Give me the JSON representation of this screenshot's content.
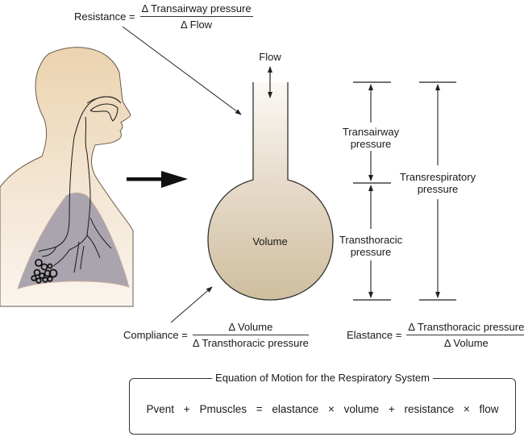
{
  "resistance": {
    "lhs": "Resistance =",
    "numerator": "Δ Transairway pressure",
    "denominator": "Δ Flow"
  },
  "compliance": {
    "lhs": "Compliance =",
    "numerator": "Δ Volume",
    "denominator": "Δ Transthoracic pressure"
  },
  "elastance": {
    "lhs": "Elastance =",
    "numerator": "Δ Transthoracic pressure",
    "denominator": "Δ Volume"
  },
  "balloon": {
    "flow_label": "Flow",
    "volume_label": "Volume"
  },
  "pressures": {
    "transairway": [
      "Transairway",
      "pressure"
    ],
    "transthoracic": [
      "Transthoracic",
      "pressure"
    ],
    "transrespiratory": [
      "Transrespiratory",
      "pressure"
    ]
  },
  "equation": {
    "title": "Equation of Motion for the Respiratory System",
    "terms": [
      "Pvent",
      "+",
      "Pmuscles",
      "=",
      "elastance",
      "×",
      "volume",
      "+",
      "resistance",
      "×",
      "flow"
    ]
  },
  "colors": {
    "skin": "#edd2ad",
    "lung": "#a9a4ad",
    "balloon": "#d8c8ad",
    "line": "#222222"
  }
}
